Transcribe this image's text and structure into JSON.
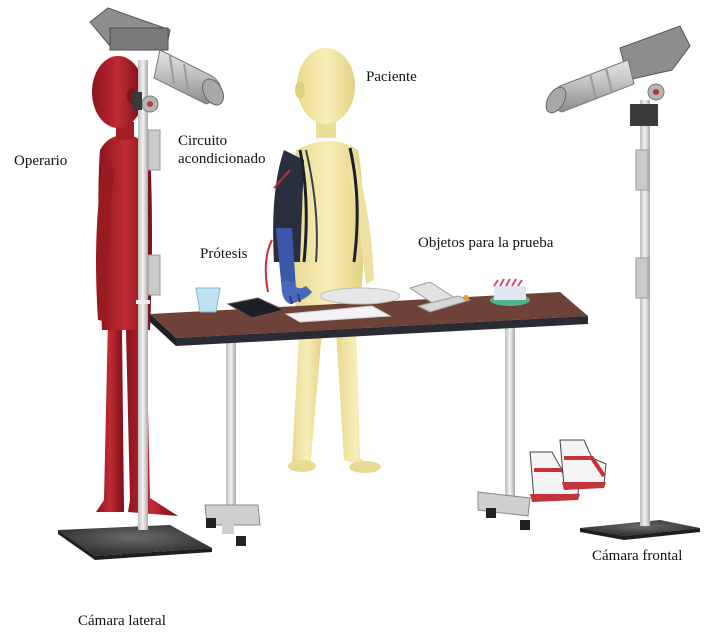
{
  "labels": {
    "operario": "Operario",
    "paciente": "Paciente",
    "circuito_line1": "Circuito",
    "circuito_line2": "acondicionado",
    "protesis": "Prótesis",
    "objetos": "Objetos para la prueba",
    "camara_frontal": "Cámara frontal",
    "camara_lateral": "Cámara lateral"
  },
  "colors": {
    "operator_body": "#b0202a",
    "patient_body": "#f2e6a6",
    "table_top": "#6e4236",
    "table_edge": "#2b2b33",
    "tripod_pole": "#d8d8d8",
    "camera_body": "#8f8f8f",
    "camera_lens": "#c8c8c8",
    "base": "#4a4a4a",
    "prosthesis": "#3a58a8",
    "circuit_vest": "#2a2f3f"
  }
}
